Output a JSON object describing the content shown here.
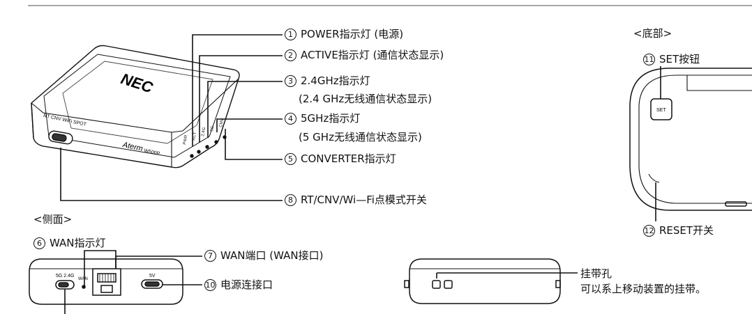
{
  "callouts": [
    {
      "num": "1",
      "text": "POWER指示灯 (电源)"
    },
    {
      "num": "2",
      "text": "ACTIVE指示灯 (通信状态显示)"
    },
    {
      "num": "3",
      "text": "2.4GHz指示灯"
    },
    {
      "num": "4",
      "text": "5GHz指示灯"
    },
    {
      "num": "5",
      "text": "CONVERTER指示灯"
    },
    {
      "num": "8",
      "text": "RT/CNV/Wi—Fi点模式开关"
    },
    {
      "num": "6",
      "text": "WAN指示灯"
    },
    {
      "num": "7",
      "text": "WAN端口 (WAN接口)"
    },
    {
      "num": "10",
      "text": "电源连接口"
    },
    {
      "num": "11",
      "text": "SET按钮"
    },
    {
      "num": "12",
      "text": "RESET开关"
    }
  ],
  "sublines": {
    "c3": "(2.4 GHz无线通信状态显示)",
    "c4": "(5 GHz无线通信状态显示)"
  },
  "sections": {
    "bottom": "<底部>",
    "side": "<侧面>"
  },
  "strap": {
    "title": "挂带孔",
    "desc": "可以系上移动装置的挂带。"
  },
  "device": {
    "brand": "NEC",
    "model_a": "Aterm",
    "model_b": "W500P",
    "switch_labels": "RT  CNV  WiFi SPOT",
    "led_labels": [
      "PWR",
      "ACT",
      "2.4G",
      "5G",
      "CNV"
    ],
    "set_key": "SET",
    "side_switch": "5G  2.4G",
    "wan_tag": "WAN",
    "dc_tag": "5V"
  }
}
